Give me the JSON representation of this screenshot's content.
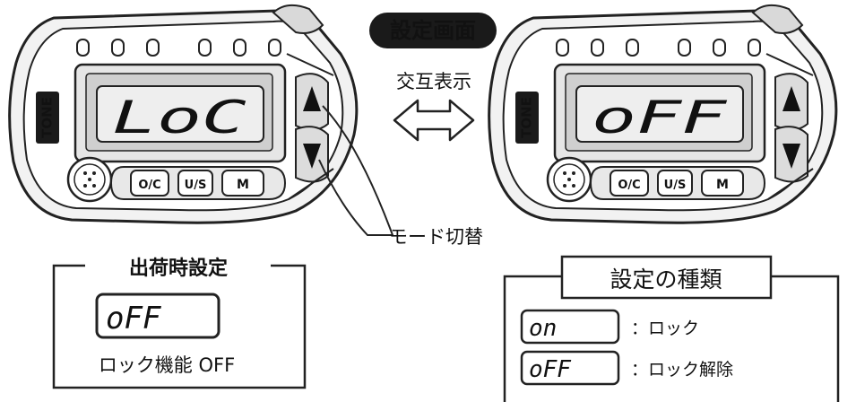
{
  "left_device": {
    "tone_label": "TONE",
    "display": "LoC",
    "buttons": {
      "oc": "O/C",
      "us": "U/S",
      "m": "M"
    }
  },
  "right_device": {
    "tone_label": "TONE",
    "display": "oFF",
    "buttons": {
      "oc": "O/C",
      "us": "U/S",
      "m": "M"
    }
  },
  "settings_screen_badge": "設定画面",
  "alternate_label": "交互表示",
  "mode_switch_label": "モード切替",
  "factory_setting": {
    "title": "出荷時設定",
    "display": "oFF",
    "caption": "ロック機能 OFF"
  },
  "setting_types": {
    "title": "設定の種類",
    "items": [
      {
        "display": "on",
        "description": "：ロック"
      },
      {
        "display": "oFF",
        "description": "：ロック解除"
      }
    ]
  },
  "icons": [
    "up-arrow-icon",
    "down-arrow-icon",
    "double-arrow-icon",
    "speaker-icon"
  ]
}
